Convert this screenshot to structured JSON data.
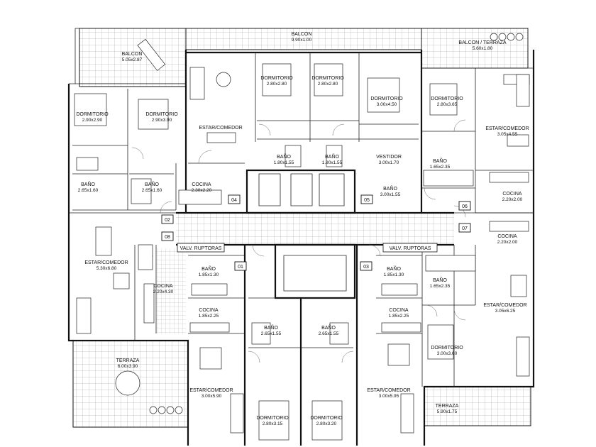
{
  "rooms": [
    {
      "name": "BALCON",
      "dims": "9.90x1.00"
    },
    {
      "name": "BALCON",
      "dims": "5.05x2.87"
    },
    {
      "name": "BALCON / TERRAZA",
      "dims": "5.60x1.80"
    },
    {
      "name": "DORMITORIO",
      "dims": "2.90x2.90"
    },
    {
      "name": "DORMITORIO",
      "dims": "2.90x3.90"
    },
    {
      "name": "DORMITORIO",
      "dims": "2.80x2.80"
    },
    {
      "name": "DORMITORIO",
      "dims": "2.80x2.80"
    },
    {
      "name": "DORMITORIO",
      "dims": "3.00x4.50"
    },
    {
      "name": "DORMITORIO",
      "dims": "2.80x3.65"
    },
    {
      "name": "ESTAR/COMEDOR",
      "dims": ""
    },
    {
      "name": "ESTAR/COMEDOR",
      "dims": "3.05x4.55"
    },
    {
      "name": "BAÑO",
      "dims": "1.80x1.55"
    },
    {
      "name": "BAÑO",
      "dims": "1.80x1.55"
    },
    {
      "name": "VESTIDOR",
      "dims": "3.00x1.70"
    },
    {
      "name": "BAÑO",
      "dims": "1.65x2.35"
    },
    {
      "name": "BAÑO",
      "dims": "2.65x1.60"
    },
    {
      "name": "BAÑO",
      "dims": "2.65x1.60"
    },
    {
      "name": "COCINA",
      "dims": "2.30x2.20"
    },
    {
      "name": "BAÑO",
      "dims": "3.00x1.55"
    },
    {
      "name": "COCINA",
      "dims": "2.20x2.00"
    },
    {
      "name": "COCINA",
      "dims": "2.20x2.00"
    },
    {
      "name": "ESTAR/COMEDOR",
      "dims": "5.30x6.80"
    },
    {
      "name": "COCINA",
      "dims": "2.20x4.30"
    },
    {
      "name": "BAÑO",
      "dims": "1.85x1.30"
    },
    {
      "name": "BAÑO",
      "dims": "1.85x1.30"
    },
    {
      "name": "BAÑO",
      "dims": "1.65x2.35"
    },
    {
      "name": "ESTAR/COMEDOR",
      "dims": "3.05x6.25"
    },
    {
      "name": "COCINA",
      "dims": "1.85x2.25"
    },
    {
      "name": "COCINA",
      "dims": "1.85x2.25"
    },
    {
      "name": "BAÑO",
      "dims": "2.65x1.55"
    },
    {
      "name": "BAÑO",
      "dims": "2.65x1.55"
    },
    {
      "name": "DORMITORIO",
      "dims": "3.00x3.60"
    },
    {
      "name": "TERRAZA",
      "dims": "6.00x3.90"
    },
    {
      "name": "ESTAR/COMEDOR",
      "dims": "3.00x5.90"
    },
    {
      "name": "ESTAR/COMEDOR",
      "dims": "3.00x5.95"
    },
    {
      "name": "DORMITORIO",
      "dims": "2.80x3.15"
    },
    {
      "name": "DORMITORIO",
      "dims": "2.80x3.20"
    },
    {
      "name": "TERRAZA",
      "dims": "5.90x1.75"
    }
  ],
  "valves": [
    "VALV. RUPTORAS",
    "VALV. RUPTORAS"
  ],
  "unit_tags": [
    "01",
    "02",
    "03",
    "04",
    "05",
    "06",
    "07",
    "08"
  ],
  "colors": {
    "line": "#111111",
    "hatch": "#777777",
    "background": "#ffffff"
  }
}
